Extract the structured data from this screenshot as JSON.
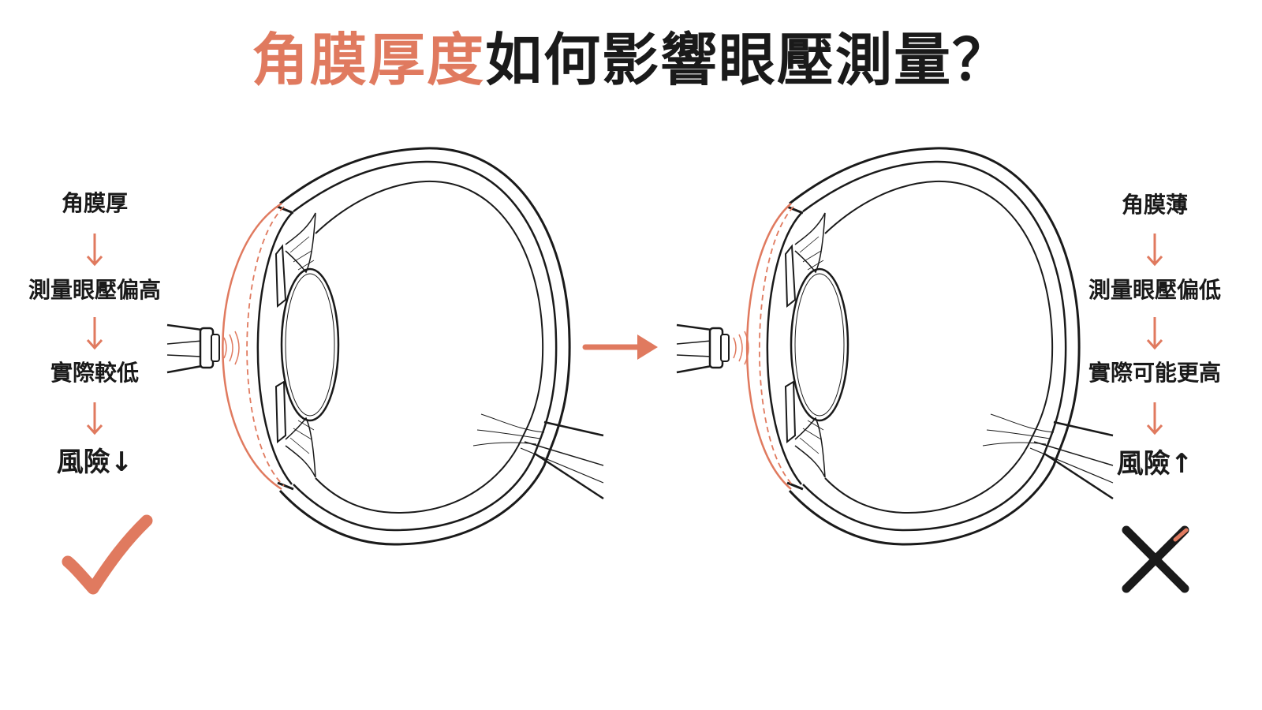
{
  "title": {
    "accent_text": "角膜厚度",
    "rest_text": "如何影響眼壓測量？"
  },
  "left_panel": {
    "steps": [
      "角膜厚",
      "測量眼壓偏高",
      "實際較低",
      "風險↓"
    ],
    "verdict_icon": "check-icon"
  },
  "right_panel": {
    "steps": [
      "角膜薄",
      "測量眼壓偏低",
      "實際可能更高",
      "風險↑"
    ],
    "verdict_icon": "cross-icon"
  },
  "colors": {
    "accent": "#e07a5f",
    "ink": "#1a1a1a",
    "background": "#ffffff"
  }
}
